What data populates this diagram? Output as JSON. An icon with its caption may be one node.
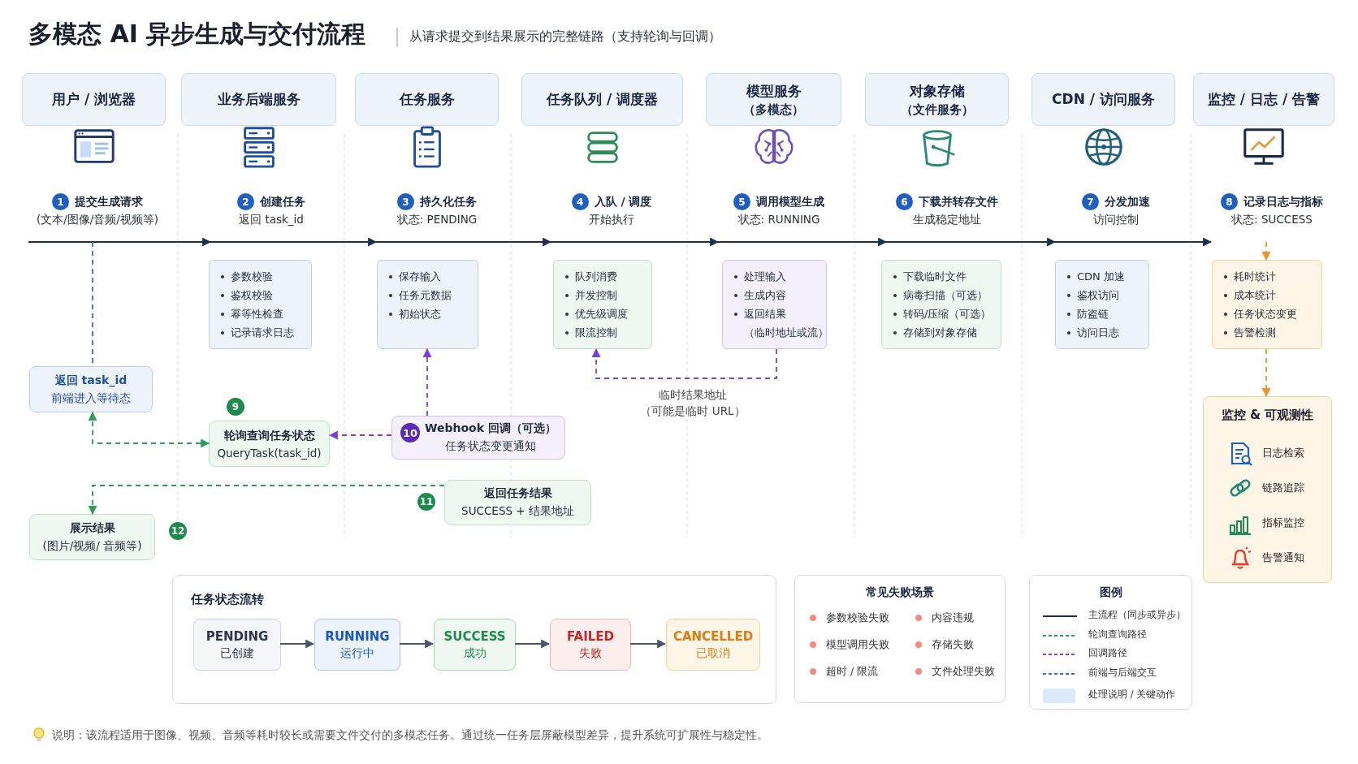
{
  "diagram": {
    "title": "多模态 AI 异步生成与交付流程",
    "caption": "说明：该流程适用于图像、视频、音频等耗时较长或需要文件交付的多模态任务。通过统一任务层屏蔽模型差异，提升系统可扩展性与稳定性。",
    "nodes": [
      {
        "text": [
          "用户 / 浏览器"
        ]
      },
      {
        "text": [
          "业务后端服务"
        ]
      },
      {
        "text": [
          "任务服务"
        ]
      },
      {
        "text": [
          "任务队列 / 调度器"
        ]
      },
      {
        "text": [
          "模型服务",
          "（多模态）"
        ]
      },
      {
        "text": [
          "对象存储",
          "（文件服务）"
        ]
      },
      {
        "text": [
          "CDN / 访问服务"
        ]
      },
      {
        "text": [
          "监控 / 日志 / 告警"
        ]
      },
      {
        "text": [
          "1",
          "提交生成请求",
          "(文本/图像/音频/视频等)"
        ]
      },
      {
        "text": [
          "2",
          "创建任务",
          "返回 task_id"
        ]
      },
      {
        "text": [
          "3",
          "持久化任务",
          "状态: PENDING"
        ]
      },
      {
        "text": [
          "4",
          "入队 / 调度",
          "开始执行"
        ]
      },
      {
        "text": [
          "5",
          "调用模型生成",
          "状态: RUNNING"
        ]
      },
      {
        "text": [
          "6",
          "下载并转存文件",
          "生成稳定地址"
        ]
      },
      {
        "text": [
          "7",
          "分发加速",
          "访问控制"
        ]
      },
      {
        "text": [
          "8",
          "记录日志与指标",
          "状态: SUCCESS"
        ]
      },
      {
        "text": [
          "参数校验",
          "鉴权校验",
          "幂等性检查",
          "记录请求日志"
        ]
      },
      {
        "text": [
          "保存输入",
          "任务元数据",
          "初始状态"
        ]
      },
      {
        "text": [
          "队列消费",
          "并发控制",
          "优先级调度",
          "限流控制"
        ]
      },
      {
        "text": [
          "处理输入",
          "生成内容",
          "返回结果（临时地址或流）"
        ]
      },
      {
        "text": [
          "下载临时文件",
          "病毒扫描（可选）",
          "转码/压缩（可选）",
          "存储到对象存储"
        ]
      },
      {
        "text": [
          "CDN 加速",
          "鉴权访问",
          "防盗链",
          "访问日志"
        ]
      },
      {
        "text": [
          "耗时统计",
          "成本统计",
          "任务状态变更",
          "告警检测"
        ]
      },
      {
        "text": [
          "返回 task_id",
          "前端进入等待态"
        ]
      },
      {
        "text": [
          "监控 & 可观测性",
          "日志检索",
          "链路追踪",
          "指标监控",
          "告警通知"
        ]
      },
      {
        "text": [
          "轮询查询任务状态",
          "QueryTask(task_id)"
        ],
        "beside": [
          "9"
        ]
      },
      {
        "text": [
          "10",
          "Webhook 回调（可选）",
          "任务状态变更通知"
        ]
      },
      {
        "text": [
          "返回任务结果",
          "SUCCESS + 结果地址"
        ],
        "beside": [
          "11"
        ]
      },
      {
        "text": [
          "展示结果",
          "(图片/视频/ 音频等)"
        ],
        "beside": [
          "12"
        ]
      },
      {
        "text": [
          "任务状态流转"
        ]
      },
      {
        "text": [
          "PENDING",
          "已创建"
        ],
        "in": 29
      },
      {
        "text": [
          "RUNNING",
          "运行中"
        ],
        "in": 29
      },
      {
        "text": [
          "SUCCESS",
          "成功"
        ],
        "in": 29
      },
      {
        "text": [
          "FAILED",
          "失败"
        ],
        "in": 29
      },
      {
        "text": [
          "CANCELLED",
          "已取消"
        ],
        "in": 29
      },
      {
        "text": [
          "常见失败场景",
          "参数校验失败",
          "内容违规",
          "模型调用失败",
          "存储失败",
          "超时 / 限流",
          "文件处理失败"
        ]
      },
      {
        "text": [
          "图例"
        ]
      }
    ],
    "edges": [
      {
        "from": 8,
        "to": 9,
        "arrow": "to"
      },
      {
        "from": 9,
        "to": 10,
        "arrow": "to"
      },
      {
        "from": 10,
        "to": 11,
        "arrow": "to"
      },
      {
        "from": 11,
        "to": 12,
        "arrow": "to"
      },
      {
        "from": 12,
        "to": 13,
        "arrow": "to"
      },
      {
        "from": 13,
        "to": 14,
        "arrow": "to"
      },
      {
        "from": 14,
        "to": 15,
        "arrow": "to"
      },
      {
        "from": 8,
        "to": 23,
        "arrow": "none",
        "style": "dashed",
        "color": "#2f6fd0"
      },
      {
        "from": 23,
        "to": 25,
        "arrow": "both",
        "style": "dashed",
        "color": "#2e9e57"
      },
      {
        "from": 26,
        "to": 25,
        "arrow": "to",
        "style": "dashed",
        "color": "#7b3fd4"
      },
      {
        "from": 26,
        "to": 17,
        "arrow": "to",
        "style": "dashed",
        "color": "#7b3fd4"
      },
      {
        "from": 19,
        "to": 18,
        "arrow": "to",
        "label": "临时结果地址（可能是临时 URL）",
        "style": "dashed",
        "color": "#7b3fd4"
      },
      {
        "from": 27,
        "to": 28,
        "arrow": "to",
        "style": "dashed",
        "color": "#2e9e57"
      },
      {
        "from": 15,
        "to": 22,
        "arrow": "to",
        "style": "dashed",
        "color": "#e8962e"
      },
      {
        "from": 22,
        "to": 24,
        "arrow": "to",
        "style": "dashed",
        "color": "#e8962e"
      },
      {
        "from": 30,
        "to": 31,
        "arrow": "to",
        "color": "#4a5568"
      },
      {
        "from": 31,
        "to": 32,
        "arrow": "to",
        "color": "#4a5568"
      },
      {
        "from": 32,
        "to": 33,
        "arrow": "to",
        "color": "#4a5568"
      },
      {
        "from": 33,
        "to": 34,
        "arrow": "to",
        "color": "#4a5568"
      }
    ],
    "labels": [
      "从请求提交到结果展示的完整链路（支持轮询与回调）"
    ],
    "legend": [
      {
        "text": "主流程（同步或异步）"
      },
      {
        "text": "轮询查询路径"
      },
      {
        "text": "回调路径"
      },
      {
        "text": "前端与后端交互"
      },
      {
        "text": "处理说明 / 关键动作",
        "color": "#dbe8fa"
      }
    ]
  }
}
